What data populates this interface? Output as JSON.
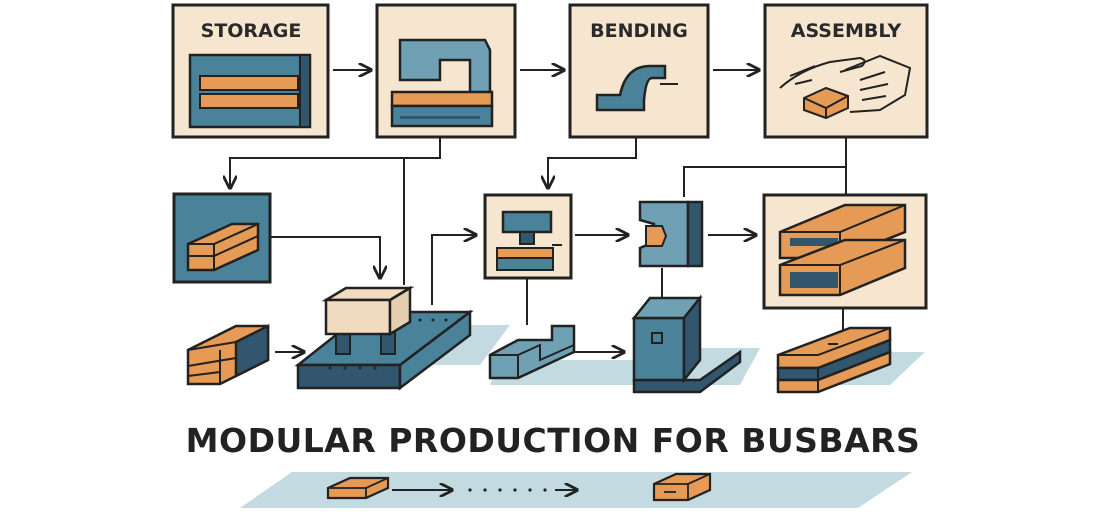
{
  "diagram": {
    "title": "MODULAR PRODUCTION FOR BUSBARS",
    "stages": [
      {
        "id": "storage",
        "label": "STORAGE"
      },
      {
        "id": "cutting",
        "label": ""
      },
      {
        "id": "bending",
        "label": "BENDING"
      },
      {
        "id": "assembly",
        "label": "ASSEMBLY"
      }
    ],
    "colors": {
      "panel": "#f6e6cf",
      "blue": "#4a8299",
      "steel": "#6fa0b4",
      "navy": "#32566d",
      "orange": "#e59a55",
      "shadow": "#c3dbe0",
      "line": "#222222"
    }
  }
}
